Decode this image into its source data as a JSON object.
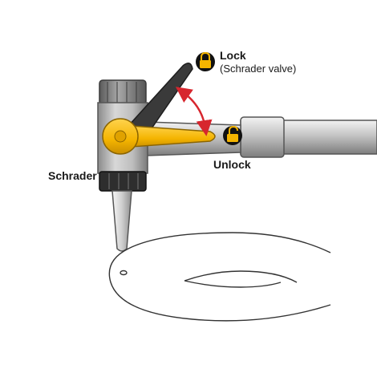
{
  "labels": {
    "lock_title": "Lock",
    "lock_subtitle": "(Schrader valve)",
    "unlock": "Unlock",
    "schrader": "Schrader"
  },
  "icons": {
    "lock_closed": "padlock-closed-icon",
    "lock_open": "padlock-open-icon",
    "arrow": "double-headed-curved-arrow"
  },
  "colors": {
    "lever_yellow": "#f4b400",
    "lever_dark": "#3a3a3a",
    "arrow_red": "#d7262e",
    "icon_bg": "#111111",
    "icon_glyph": "#f4b400"
  }
}
